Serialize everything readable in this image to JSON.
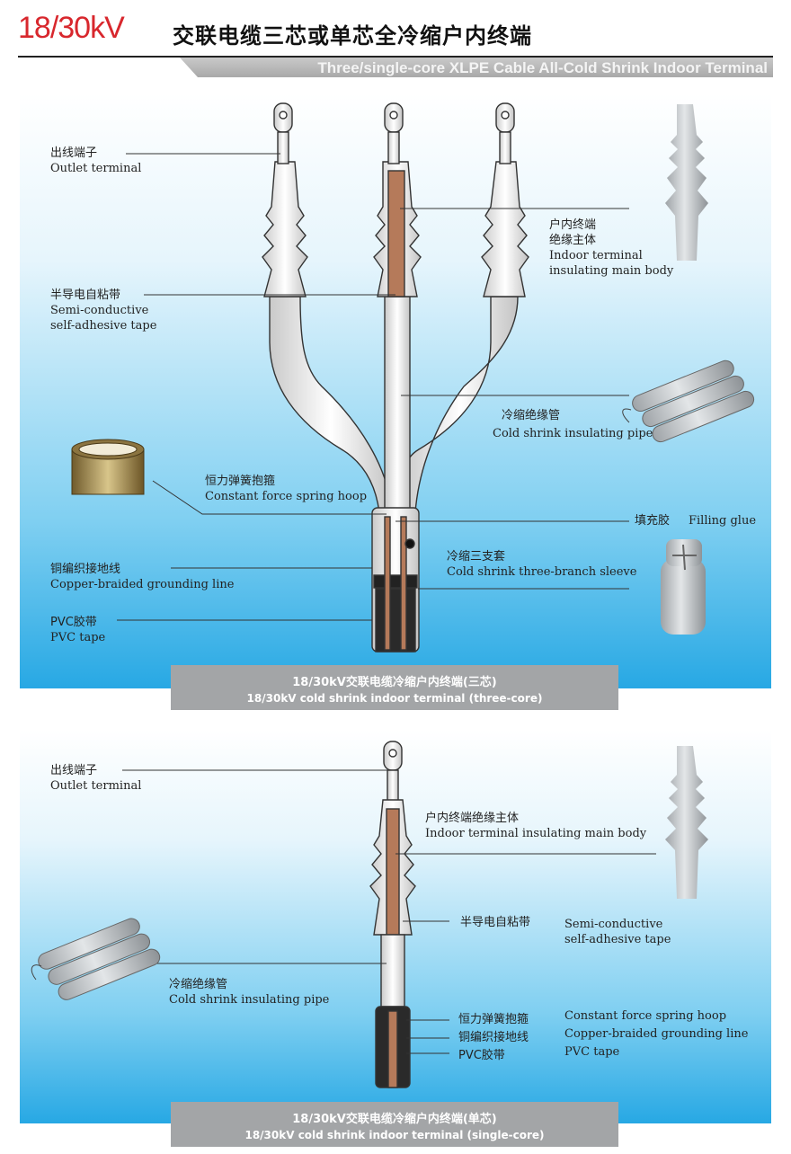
{
  "header": {
    "voltage": "18/30kV",
    "title_cn": "交联电缆三芯或单芯全冷缩户内终端",
    "title_en": "Three/single-core XLPE Cable All-Cold Shrink Indoor Terminal"
  },
  "three_core": {
    "labels": {
      "outlet_cn": "出线端子",
      "outlet_en": "Outlet terminal",
      "body_cn1": "户内终端",
      "body_cn2": "绝缘主体",
      "body_en1": "Indoor terminal",
      "body_en2": "insulating main body",
      "semi_cn": "半导电自粘带",
      "semi_en1": "Semi-conductive",
      "semi_en2": "self-adhesive tape",
      "pipe_cn": "冷缩绝缘管",
      "pipe_en": "Cold shrink insulating pipe",
      "hoop_cn": "恒力弹簧抱箍",
      "hoop_en": "Constant force spring hoop",
      "glue_cn": "填充胶",
      "glue_en": "Filling glue",
      "sleeve_cn": "冷缩三支套",
      "sleeve_en": "Cold shrink three-branch sleeve",
      "copper_cn": "铜编织接地线",
      "copper_en": "Copper-braided grounding line",
      "pvc_cn": "PVC胶带",
      "pvc_en": "PVC tape"
    },
    "caption_cn": "18/30kV交联电缆冷缩户内终端(三芯)",
    "caption_en": "18/30kV cold shrink indoor terminal (three-core)"
  },
  "single_core": {
    "labels": {
      "outlet_cn": "出线端子",
      "outlet_en": "Outlet terminal",
      "body_cn": "户内终端绝缘主体",
      "body_en": "Indoor terminal insulating main body",
      "semi_cn": "半导电自粘带",
      "semi_en1": "Semi-conductive",
      "semi_en2": "self-adhesive tape",
      "pipe_cn": "冷缩绝缘管",
      "pipe_en": "Cold shrink insulating pipe",
      "hoop_cn": "恒力弹簧抱箍",
      "hoop_en": "Constant force spring hoop",
      "copper_cn": "铜编织接地线",
      "copper_en": "Copper-braided grounding line",
      "pvc_cn": "PVC胶带",
      "pvc_en": "PVC tape"
    },
    "caption_cn": "18/30kV交联电缆冷缩户内终端(单芯)",
    "caption_en": "18/30kV cold shrink indoor terminal (single-core)"
  }
}
